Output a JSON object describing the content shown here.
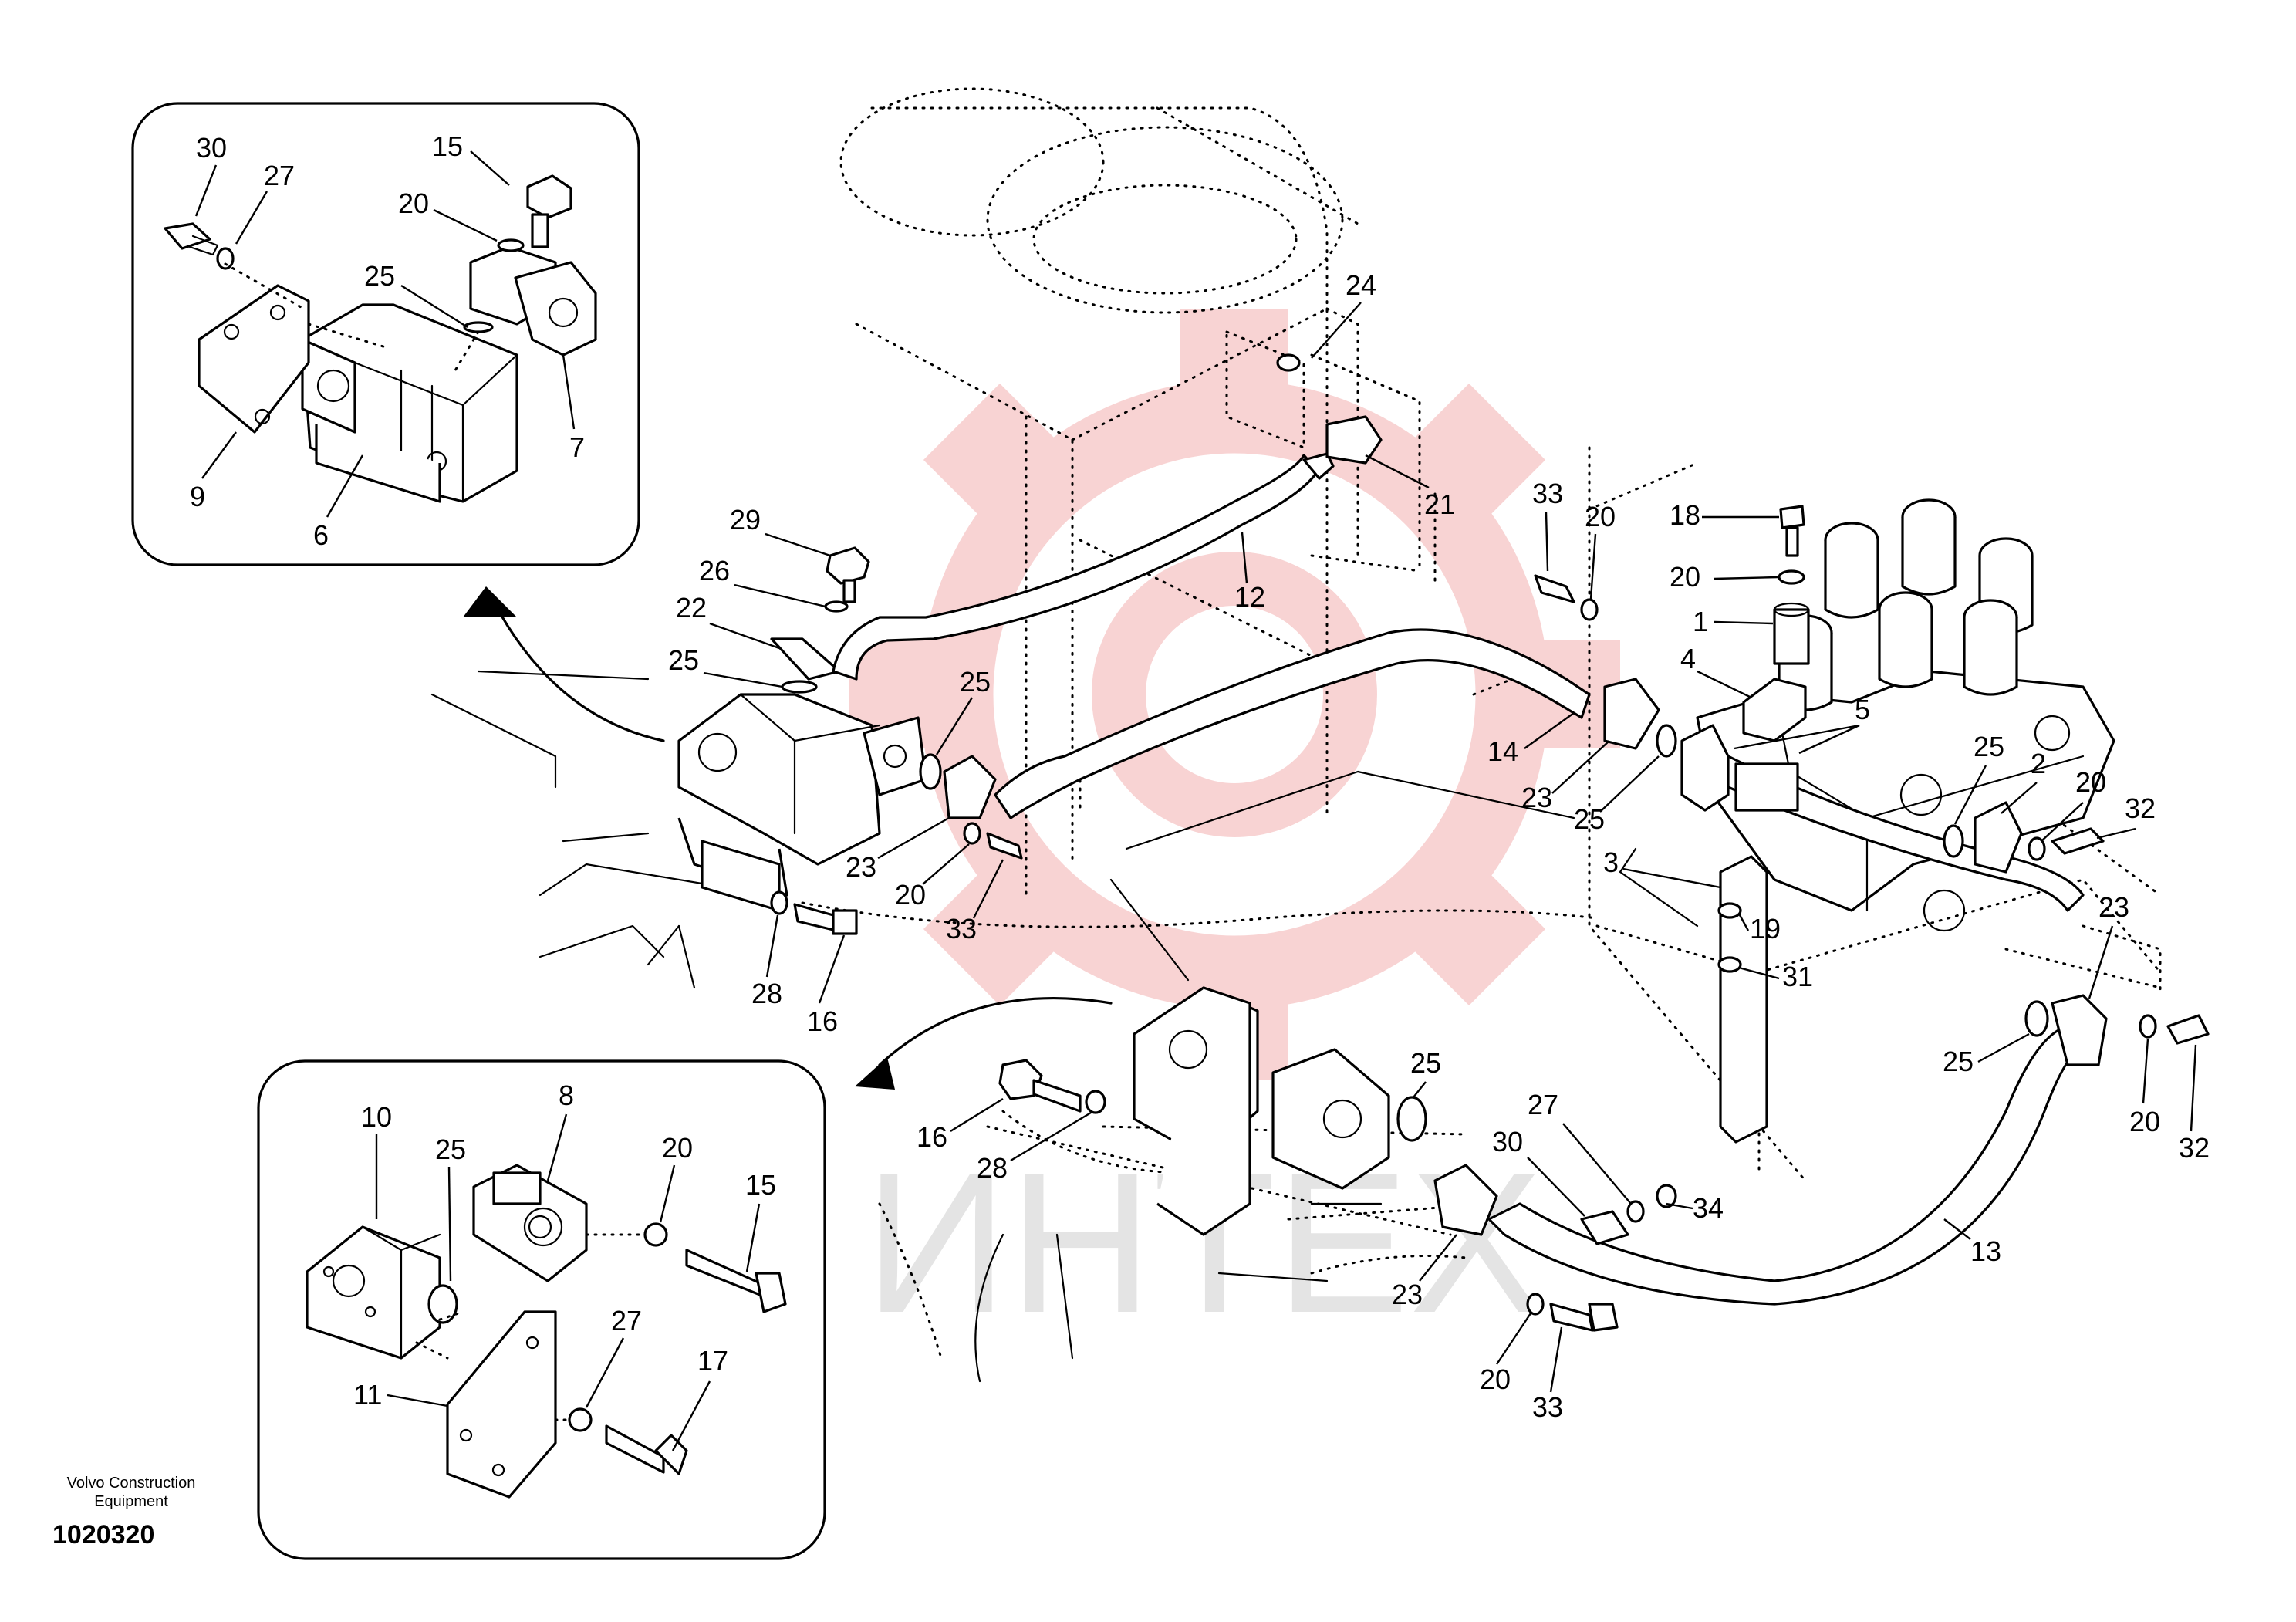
{
  "watermark": {
    "text": "ИНТЕХ",
    "color": "#f0a0a0"
  },
  "caption": {
    "maker_line1": "Volvo Construction",
    "maker_line2": "Equipment",
    "drawing_number": "1020320"
  },
  "inset_top_labels": [
    "30",
    "27",
    "15",
    "20",
    "25",
    "7",
    "9",
    "6"
  ],
  "inset_bottom_labels": [
    "10",
    "25",
    "8",
    "20",
    "15",
    "27",
    "17",
    "11"
  ],
  "main_labels": [
    "24",
    "21",
    "12",
    "29",
    "26",
    "22",
    "25",
    "25",
    "23",
    "20",
    "33",
    "28",
    "16",
    "33",
    "20",
    "18",
    "20",
    "1",
    "4",
    "5",
    "14",
    "23",
    "25",
    "25",
    "2",
    "20",
    "32",
    "3",
    "19",
    "31",
    "23",
    "25",
    "20",
    "32",
    "16",
    "28",
    "25",
    "27",
    "30",
    "34",
    "23",
    "13",
    "20",
    "33"
  ]
}
